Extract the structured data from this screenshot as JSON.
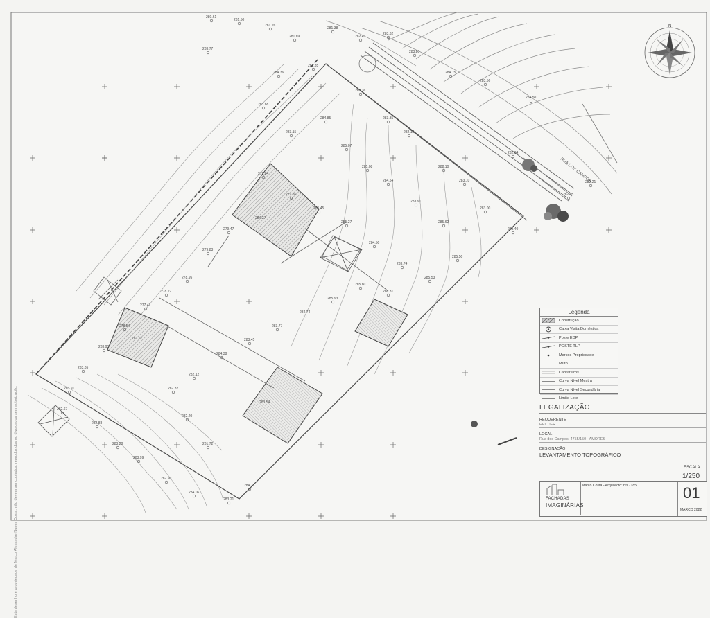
{
  "legend": {
    "title": "Legenda",
    "items": [
      {
        "label": "Construção",
        "symbol": "hatch"
      },
      {
        "label": "Caixa Visita Doméstica",
        "symbol": "circle"
      },
      {
        "label": "Poste EDP",
        "symbol": "line-dot"
      },
      {
        "label": "POSTE TLP",
        "symbol": "line-dot"
      },
      {
        "label": "Marcos Propriedade",
        "symbol": "dot"
      },
      {
        "label": "Muro",
        "symbol": "line"
      },
      {
        "label": "Cantareiros",
        "symbol": "double-line"
      },
      {
        "label": "Curva Nível Mestra",
        "symbol": "line"
      },
      {
        "label": "Curva Nível Secundária",
        "symbol": "line"
      },
      {
        "label": "Limite Lote",
        "symbol": "line"
      }
    ]
  },
  "title_block": {
    "heading": "LEGALIZAÇÃO",
    "requerente_label": "REQUERENTE",
    "requerente_value": "HEL DER",
    "local_label": "LOCAL",
    "local_value": "Rua dos Campos, 4755/150 - AMORES",
    "designacao_label": "DESIGNAÇÃO",
    "designacao_value": "LEVANTAMENTO TOPOGRÁFICO",
    "escala_label": "ESCALA",
    "escala_value": "1/250",
    "author": "Marco Costa - Arquitecto: nº17185",
    "company_line1": "FACHADAS",
    "company_line2": "IMAGINÁRIAS",
    "sheet_number": "01",
    "date": "MARÇO 2022"
  },
  "map": {
    "street_name": "RUA DOS CAMPOS",
    "building_labels": [
      "284.27",
      "283.67",
      "283.54"
    ],
    "elevations": [
      "280.61",
      "281.50",
      "281.26",
      "281.89",
      "281.38",
      "282.43",
      "283.62",
      "283.80",
      "284.15",
      "283.56",
      "284.50",
      "282.21",
      "282.64",
      "282.95",
      "283.77",
      "284.36",
      "282.85",
      "283.36",
      "283.35",
      "282.12",
      "282.10",
      "283.10",
      "283.00",
      "283.40",
      "283.88",
      "283.15",
      "284.85",
      "285.07",
      "285.08",
      "284.54",
      "283.91",
      "285.62",
      "285.50",
      "285.53",
      "283.74",
      "284.50",
      "285.27",
      "285.45",
      "279.86",
      "279.04",
      "279.47",
      "279.83",
      "278.95",
      "278.22",
      "277.47",
      "278.54",
      "283.93",
      "283.05",
      "283.91",
      "282.67",
      "282.88",
      "283.28",
      "283.99",
      "282.90",
      "284.06",
      "283.21",
      "284.73",
      "281.72",
      "282.20",
      "282.32",
      "282.12",
      "284.38",
      "283.45",
      "283.77",
      "284.74",
      "285.93",
      "285.80",
      "286.31"
    ]
  },
  "side_text": "Este desenho é propriedade de Marco Alexandre Nunes Costa, não devem ser copiados, reproduzidos ou divulgados sem autorização."
}
